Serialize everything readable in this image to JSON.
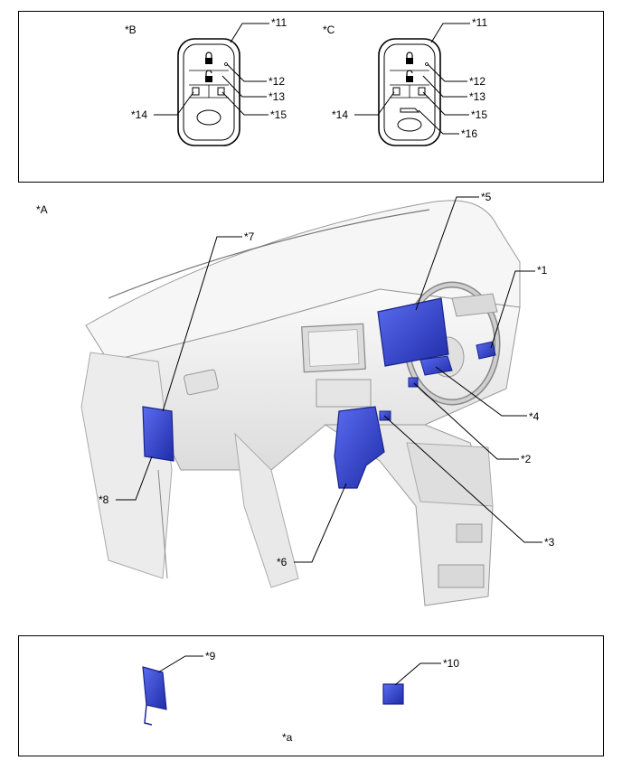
{
  "views": {
    "a_label": "*A",
    "b_label": "*B",
    "c_label": "*C",
    "note_label": "*a"
  },
  "callouts": {
    "c1": "*1",
    "c2": "*2",
    "c3": "*3",
    "c4": "*4",
    "c5": "*5",
    "c6": "*6",
    "c7": "*7",
    "c8": "*8",
    "c9": "*9",
    "c10": "*10",
    "c11": "*11",
    "c12": "*12",
    "c13": "*13",
    "c14": "*14",
    "c15": "*15",
    "c16": "*16"
  },
  "colors": {
    "part_highlight": "#3a4fd6",
    "part_dark": "#1e2b9a",
    "line": "#000000",
    "dash_light": "#f4f4f4",
    "dash_shade": "#d8d8d8"
  }
}
